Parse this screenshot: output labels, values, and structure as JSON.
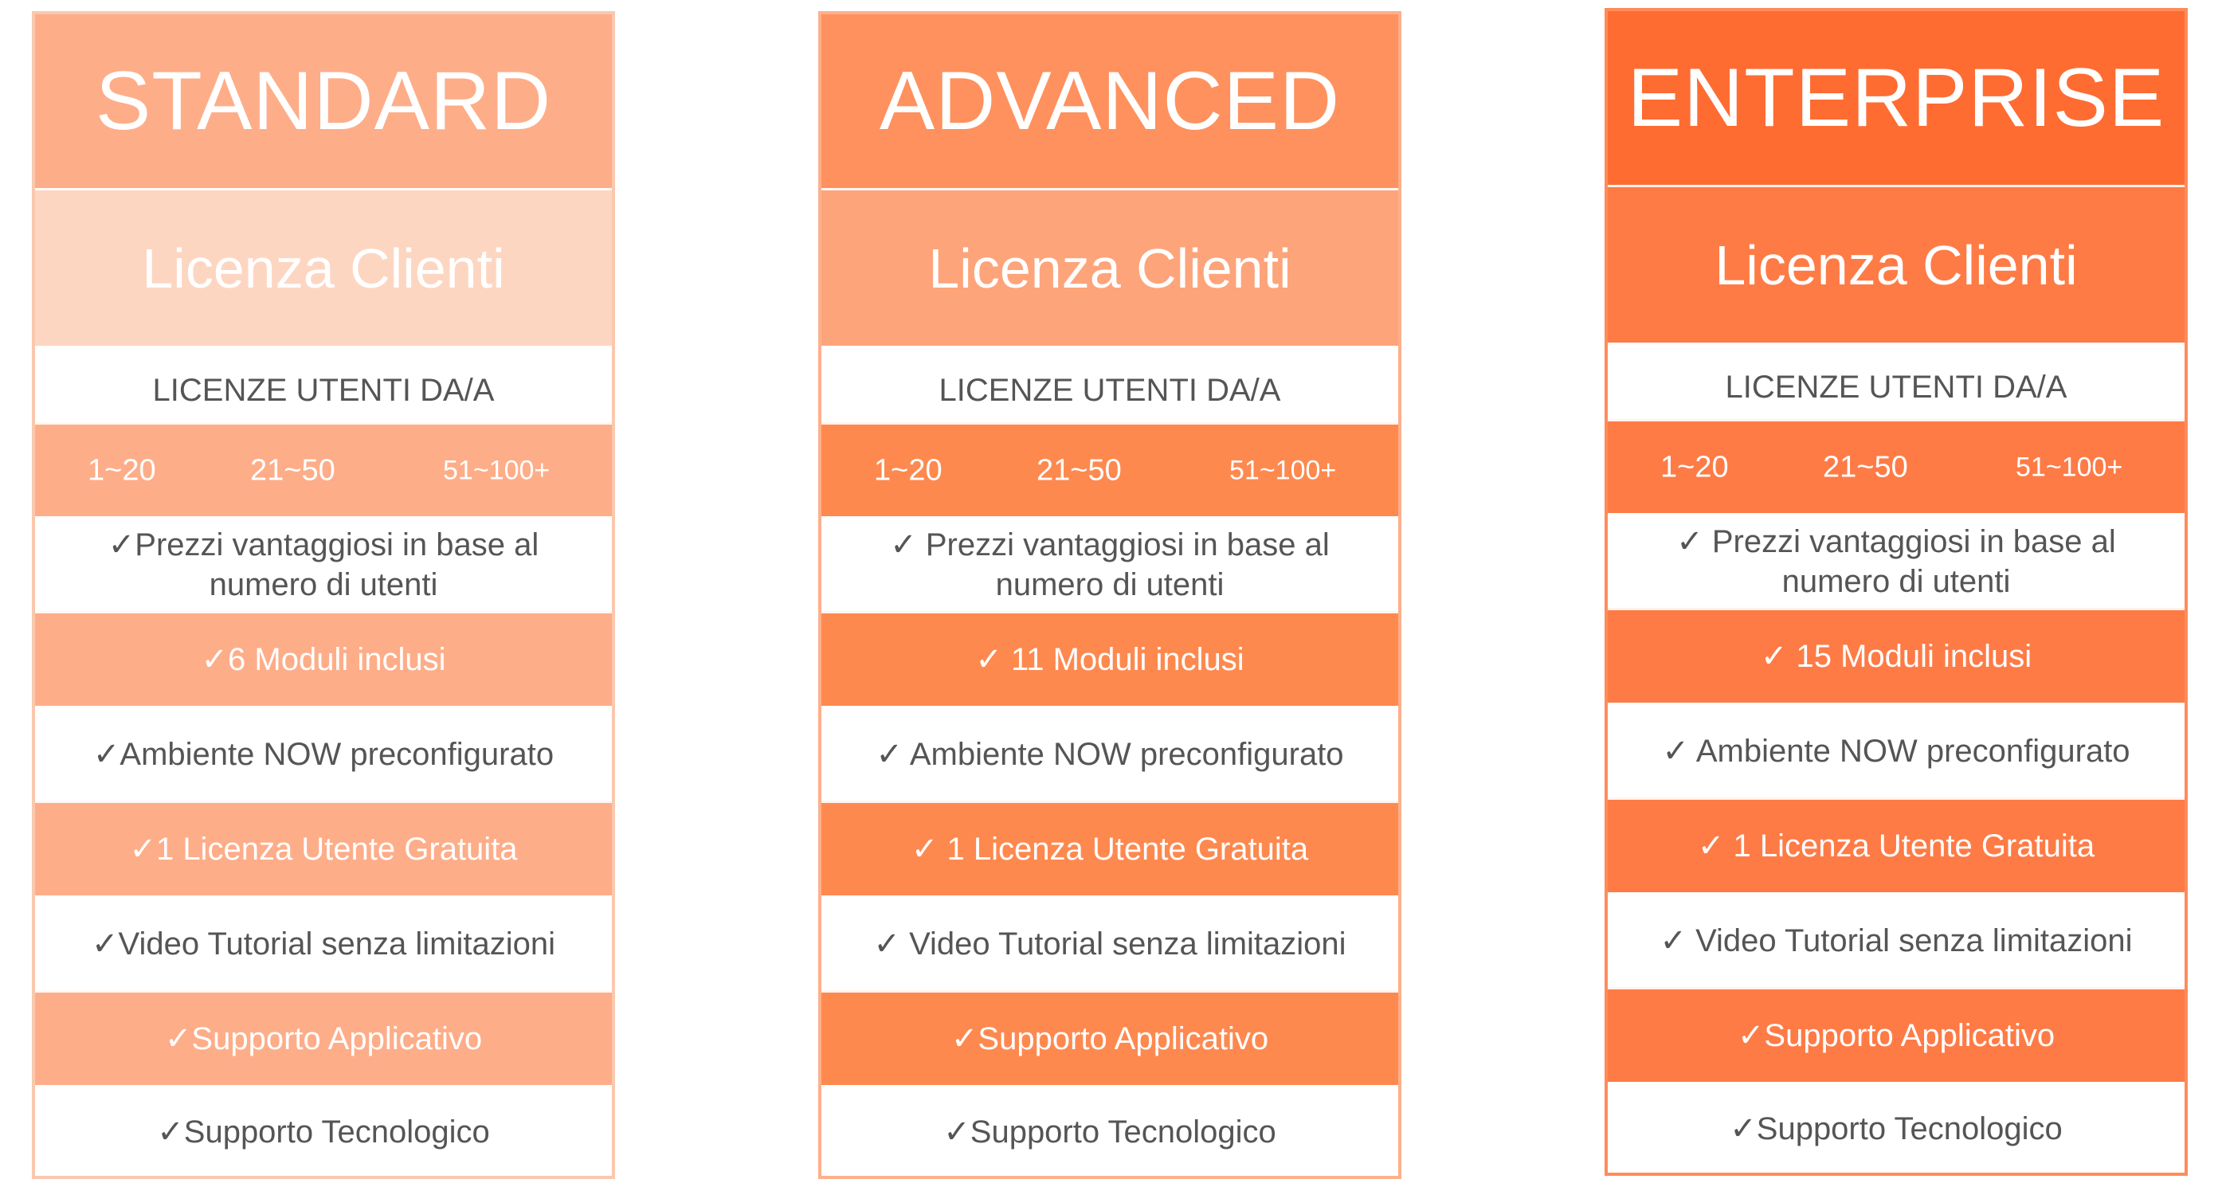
{
  "plans": [
    {
      "name": "STANDARD",
      "license": "Licenza Clienti",
      "users_header": "LICENZE UTENTI DA/A",
      "tiers": [
        "1~20",
        "21~50",
        "51~100+"
      ],
      "features": [
        "✓Prezzi vantaggiosi in base al numero di utenti",
        "✓6 Moduli inclusi",
        "✓Ambiente NOW preconfigurato",
        "✓1 Licenza Utente Gratuita",
        "✓Video Tutorial senza limitazioni",
        "✓Supporto Applicativo",
        "✓Supporto Tecnologico"
      ],
      "colors": {
        "title_bg": "#fead89",
        "license_bg": "#fdd6c2",
        "band_bg": "#fead89",
        "border": "#f9c8ad"
      }
    },
    {
      "name": "ADVANCED",
      "license": "Licenza Clienti",
      "users_header": "LICENZE UTENTI DA/A",
      "tiers": [
        "1~20",
        "21~50",
        "51~100+"
      ],
      "features": [
        "✓ Prezzi vantaggiosi in base al numero di utenti",
        "✓ 11 Moduli inclusi",
        "✓ Ambiente NOW preconfigurato",
        "✓ 1 Licenza Utente Gratuita",
        "✓ Video Tutorial senza limitazioni",
        "✓Supporto Applicativo",
        "✓Supporto Tecnologico"
      ],
      "colors": {
        "title_bg": "#fe915e",
        "license_bg": "#fea47a",
        "band_bg": "#fe894f",
        "border": "#fdb08b"
      }
    },
    {
      "name": "ENTERPRISE",
      "license": "Licenza Clienti",
      "users_header": "LICENZE UTENTI DA/A",
      "tiers": [
        "1~20",
        "21~50",
        "51~100+"
      ],
      "features": [
        "✓ Prezzi vantaggiosi in base al numero di utenti",
        "✓ 15 Moduli inclusi",
        "✓ Ambiente NOW preconfigurato",
        "✓ 1 Licenza Utente Gratuita",
        "✓ Video Tutorial senza limitazioni",
        "✓Supporto Applicativo",
        "✓Supporto Tecnologico"
      ],
      "colors": {
        "title_bg": "#fe6c32",
        "license_bg": "#fe7b46",
        "band_bg": "#fe7b46",
        "border": "#fe8c5a"
      }
    }
  ]
}
